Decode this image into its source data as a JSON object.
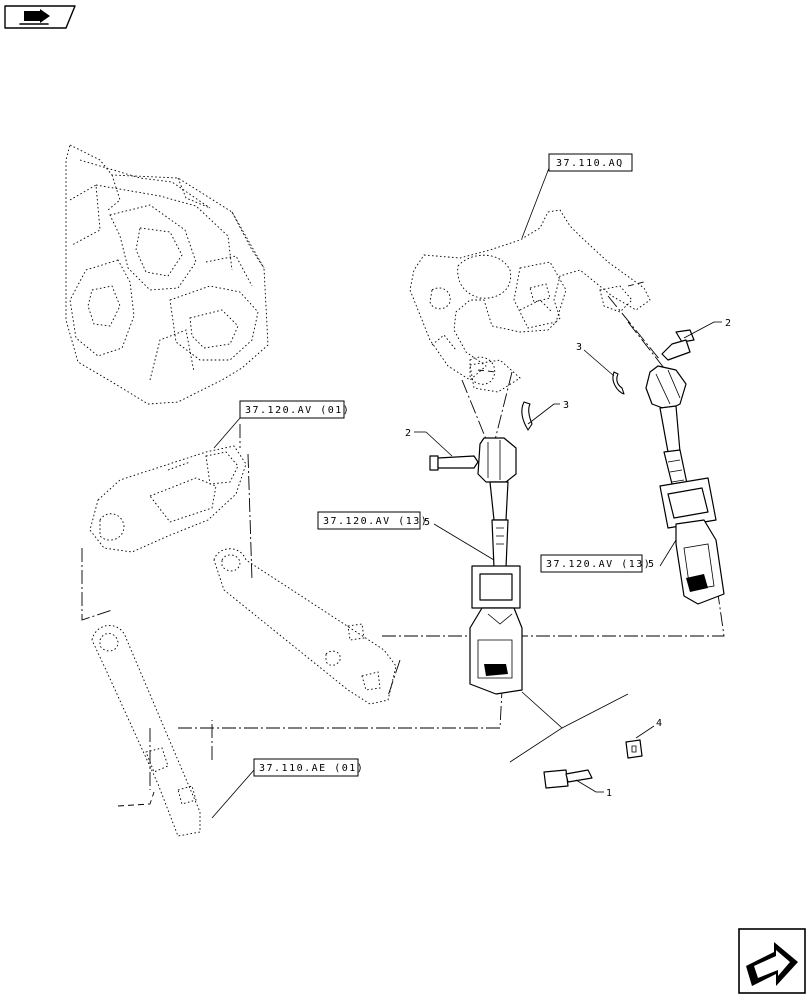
{
  "icons": {
    "top_left": "book-arrow-icon",
    "bottom_right": "next-page-arrow-icon"
  },
  "refs": {
    "r1": "37.110.AQ",
    "r2": "37.120.AV (01)",
    "r3": "37.120.AV (13)",
    "r4": "37.120.AV (13)",
    "r5": "37.110.AE (01)"
  },
  "callouts": {
    "c1": "2",
    "c2": "3",
    "c3": "3",
    "c4": "2",
    "c5": "5",
    "c6": "5",
    "c7": "4",
    "c8": "1"
  }
}
